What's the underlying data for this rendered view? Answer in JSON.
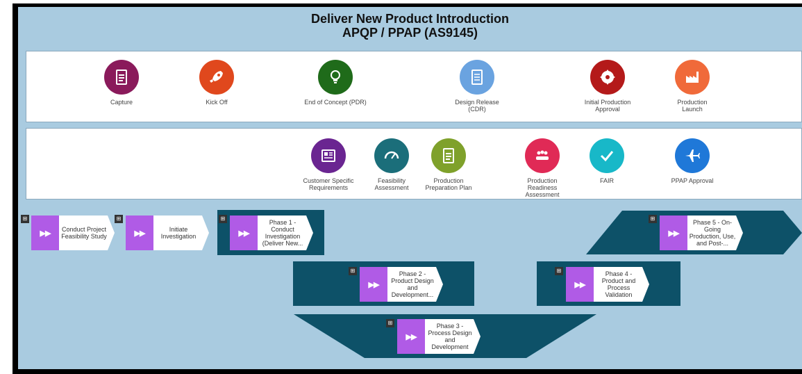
{
  "header": {
    "title_line1": "Deliver New Product Introduction",
    "title_line2": "APQP / PPAP (AS9145)"
  },
  "milestones_top": [
    {
      "label": "Capture",
      "icon": "document-icon",
      "color": "#8a1a5b"
    },
    {
      "label": "Kick Off",
      "icon": "rocket-icon",
      "color": "#e0481d"
    },
    {
      "label": "End of Concept (PDR)",
      "icon": "lightbulb-icon",
      "color": "#1f6b1a"
    },
    {
      "label": "Design Release\n(CDR)",
      "icon": "checklist-icon",
      "color": "#6aa3e0"
    },
    {
      "label": "Initial Production\nApproval",
      "icon": "saw-blade-icon",
      "color": "#b41a1a"
    },
    {
      "label": "Production\nLaunch",
      "icon": "factory-icon",
      "color": "#f06a3a"
    }
  ],
  "milestones_bottom": [
    {
      "label": "Customer Specific\nRequirements",
      "icon": "newspaper-icon",
      "color": "#6a2591"
    },
    {
      "label": "Feasibility\nAssessment",
      "icon": "gauge-icon",
      "color": "#1b6e7a"
    },
    {
      "label": "Production\nPreparation Plan",
      "icon": "document-icon",
      "color": "#7fa12b"
    },
    {
      "label": "Production\nReadiness\nAssessment",
      "icon": "team-icon",
      "color": "#e02a56"
    },
    {
      "label": "FAIR",
      "icon": "checkmark-icon",
      "color": "#18b8c8"
    },
    {
      "label": "PPAP Approval",
      "icon": "airplane-icon",
      "color": "#1f78d8"
    }
  ],
  "process_steps": [
    {
      "label": "Conduct Project\nFeasibility Study"
    },
    {
      "label": "Initiate\nInvestigation"
    },
    {
      "label": "Phase 1 -\nConduct\nInvestigation\n(Deliver New..."
    },
    {
      "label": "Phase 2 -\nProduct Design\nand\nDevelopment..."
    },
    {
      "label": "Phase 3 -\nProcess Design\nand\nDevelopment"
    },
    {
      "label": "Phase 4 -\nProduct and\nProcess\nValidation"
    },
    {
      "label": "Phase 5 - On-\nGoing\nProduction, Use,\nand Post-..."
    }
  ],
  "colors": {
    "background": "#a9cbe0",
    "phase_shape": "#0d5168",
    "step_pill": "#b05be6",
    "frame": "#000000"
  },
  "step_pill_glyph": "▶▶",
  "hierarchy_glyph": "⊞"
}
